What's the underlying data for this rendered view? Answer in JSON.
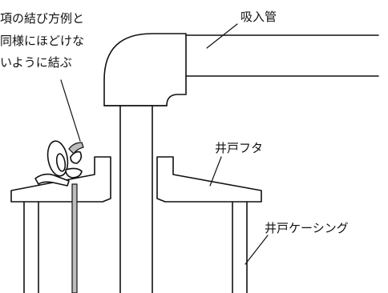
{
  "labels": {
    "note_line1": "項の結び方例と",
    "note_line2": "同様にほどけな",
    "note_line3": "いように結ぶ",
    "suction_pipe": "吸入管",
    "well_cover": "井戸フタ",
    "well_casing": "井戸ケーシング"
  }
}
